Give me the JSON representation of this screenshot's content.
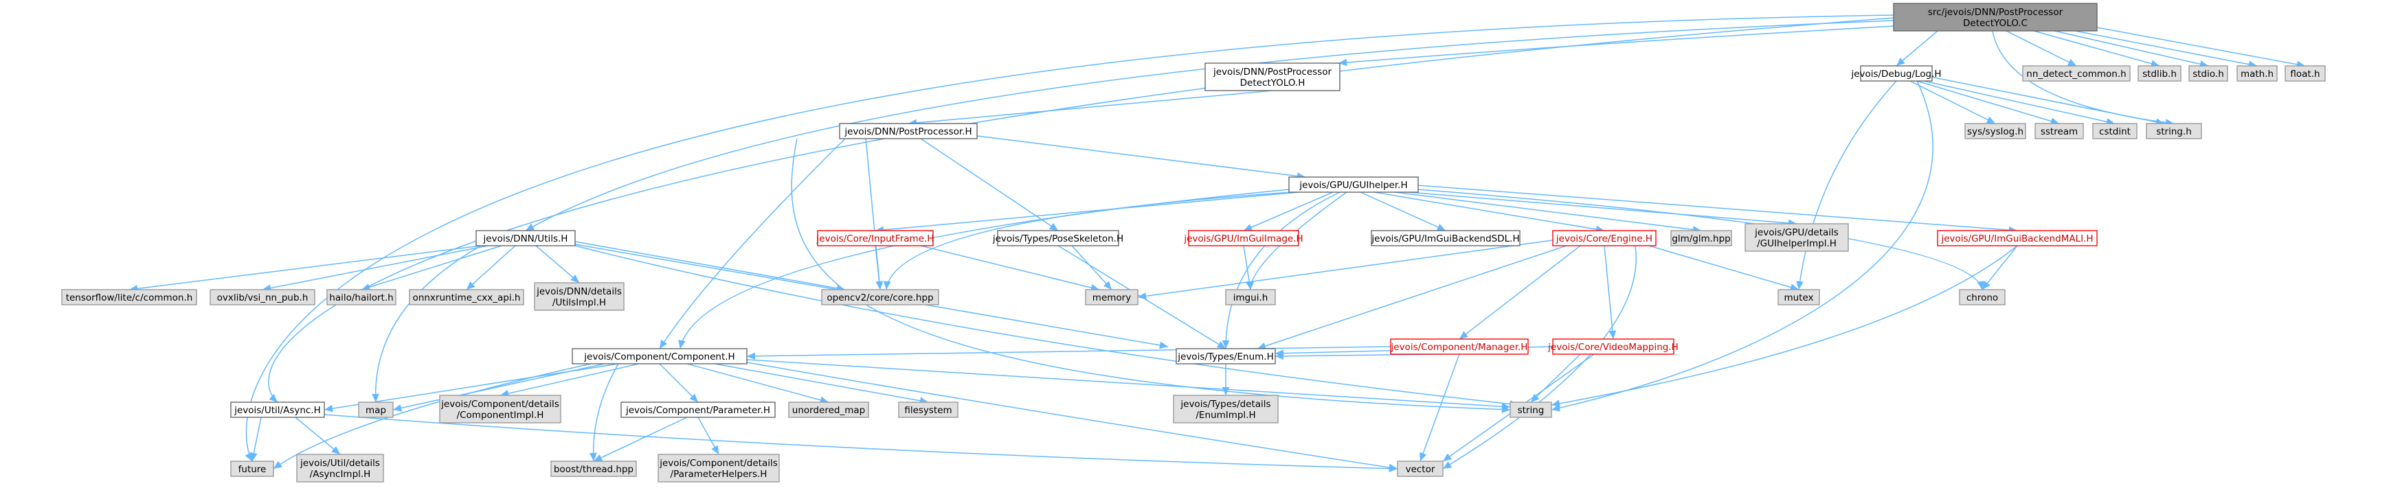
{
  "colors": {
    "root_fill": "#999999",
    "normal_fill": "#ffffff",
    "normal_stroke": "#666666",
    "external_fill": "#e0e0e0",
    "external_stroke": "#999999",
    "incomplete_stroke": "#ff0000",
    "edge": "#63b8ff",
    "text": "#000000",
    "incomplete_text": "#cc0000"
  },
  "nodes": {
    "root": [
      "src/jevois/DNN/PostProcessor",
      "DetectYOLO.C"
    ],
    "detect_yolo_h": [
      "jevois/DNN/PostProcessor",
      "DetectYOLO.H"
    ],
    "postprocessor_h": [
      "jevois/DNN/PostProcessor.H"
    ],
    "log_h": [
      "jevois/Debug/Log.H"
    ],
    "nn_detect_common": [
      "nn_detect_common.h"
    ],
    "stdlib": [
      "stdlib.h"
    ],
    "stdio": [
      "stdio.h"
    ],
    "math": [
      "math.h"
    ],
    "float": [
      "float.h"
    ],
    "syslog": [
      "sys/syslog.h"
    ],
    "sstream": [
      "sstream"
    ],
    "cstdint": [
      "cstdint"
    ],
    "string_h": [
      "string.h"
    ],
    "guihelper": [
      "jevois/GPU/GUIhelper.H"
    ],
    "utils_h": [
      "jevois/DNN/Utils.H"
    ],
    "inputframe": [
      "jevois/Core/InputFrame.H"
    ],
    "poseskeleton": [
      "jevois/Types/PoseSkeleton.H"
    ],
    "imguiimage": [
      "jevois/GPU/ImGuiImage.H"
    ],
    "imguisdl": [
      "jevois/GPU/ImGuiBackendSDL.H"
    ],
    "engine": [
      "jevois/Core/Engine.H"
    ],
    "glm": [
      "glm/glm.hpp"
    ],
    "guihelperimpl": [
      "jevois/GPU/details",
      "/GUIhelperImpl.H"
    ],
    "imguimali": [
      "jevois/GPU/ImGuiBackendMALI.H"
    ],
    "tflite": [
      "tensorflow/lite/c/common.h"
    ],
    "vsi": [
      "ovxlib/vsi_nn_pub.h"
    ],
    "hailo": [
      "hailo/hailort.h"
    ],
    "onnx": [
      "onnxruntime_cxx_api.h"
    ],
    "utilsimpl": [
      "jevois/DNN/details",
      "/UtilsImpl.H"
    ],
    "opencv": [
      "opencv2/core/core.hpp"
    ],
    "memory": [
      "memory"
    ],
    "imgui": [
      "imgui.h"
    ],
    "manager": [
      "jevois/Component/Manager.H"
    ],
    "videomapping": [
      "jevois/Core/VideoMapping.H"
    ],
    "mutex": [
      "mutex"
    ],
    "chrono": [
      "chrono"
    ],
    "component": [
      "jevois/Component/Component.H"
    ],
    "enum_h": [
      "jevois/Types/Enum.H"
    ],
    "async": [
      "jevois/Util/Async.H"
    ],
    "map": [
      "map"
    ],
    "componentimpl": [
      "jevois/Component/details",
      "/ComponentImpl.H"
    ],
    "parameter": [
      "jevois/Component/Parameter.H"
    ],
    "unordered_map": [
      "unordered_map"
    ],
    "filesystem": [
      "filesystem"
    ],
    "enumimpl": [
      "jevois/Types/details",
      "/EnumImpl.H"
    ],
    "string": [
      "string"
    ],
    "future": [
      "future"
    ],
    "asyncimpl": [
      "jevois/Util/details",
      "/AsyncImpl.H"
    ],
    "boost_thread": [
      "boost/thread.hpp"
    ],
    "paramhelpers": [
      "jevois/Component/details",
      "/ParameterHelpers.H"
    ],
    "vector": [
      "vector"
    ]
  }
}
